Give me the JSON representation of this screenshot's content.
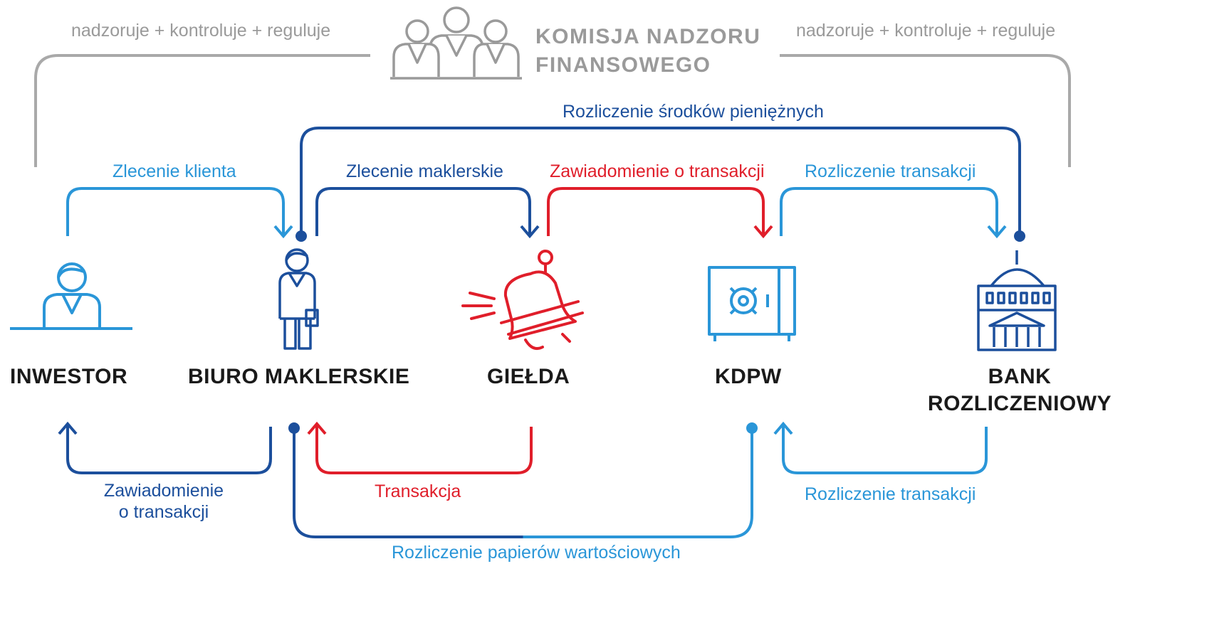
{
  "regulator": {
    "name_line1": "KOMISJA NADZORU",
    "name_line2": "FINANSOWEGO",
    "left_label": "nadzoruje + kontroluje + reguluje",
    "right_label": "nadzoruje + kontroluje + reguluje"
  },
  "nodes": {
    "inwestor": "INWESTOR",
    "biuro": "BIURO MAKLERSKIE",
    "gielda": "GIEŁDA",
    "kdpw": "KDPW",
    "bank_line1": "BANK",
    "bank_line2": "ROZLICZENIOWY"
  },
  "flows_top": {
    "cash_settlement": "Rozliczenie środków pieniężnych",
    "client_order": "Zlecenie klienta",
    "broker_order": "Zlecenie maklerskie",
    "trade_notice": "Zawiadomienie o transakcji",
    "trade_settlement": "Rozliczenie transakcji"
  },
  "flows_bottom": {
    "trade_notice_line1": "Zawiadomienie",
    "trade_notice_line2": "o transakcji",
    "transaction": "Transakcja",
    "trade_settlement": "Rozliczenie transakcji",
    "securities_settlement": "Rozliczenie papierów wartościowych"
  },
  "colors": {
    "light_blue": "#2a96d8",
    "dark_blue": "#1c4f9c",
    "red": "#e01e2a",
    "grey": "#9a9a9a",
    "text": "#1a1a1a"
  },
  "icons": {
    "regulator": "people-group-icon",
    "inwestor": "investor-person-icon",
    "biuro": "broker-person-icon",
    "gielda": "bell-icon",
    "kdpw": "safe-icon",
    "bank": "bank-building-icon"
  }
}
